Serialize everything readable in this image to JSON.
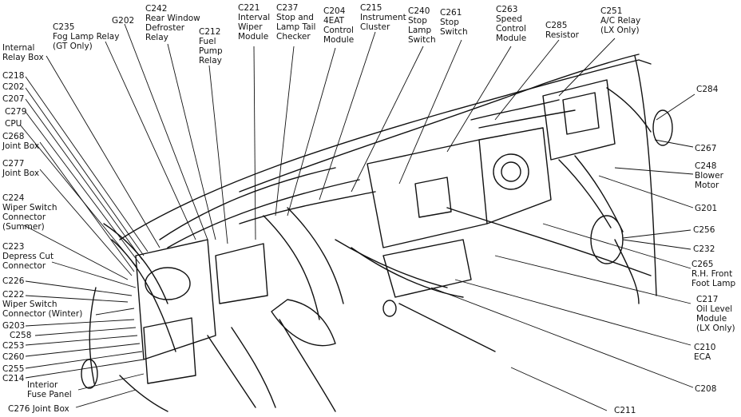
{
  "labels": {
    "c235": "C235\nFog Lamp Relay\n(GT Only)",
    "g202": "G202",
    "c242": "C242\nRear Window\nDefroster\nRelay",
    "c212": "C212\nFuel\nPump\nRelay",
    "c221": "C221\nInterval\nWiper\nModule",
    "c237": "C237\nStop and\nLamp Tail\nChecker",
    "c204": "C204\n4EAT\nControl\nModule",
    "c215": "C215\nInstrument\nCluster",
    "c240": "C240\nStop\nLamp\nSwitch",
    "c261": "C261\nStop\nSwitch",
    "c263": "C263\nSpeed\nControl\nModule",
    "c285": "C285\nResistor",
    "c251": "C251\nA/C Relay\n(LX Only)",
    "internal_relay_box": "Internal\nRelay Box",
    "c218": "C218",
    "c202": "C202",
    "c207": "C207",
    "c279": "C279",
    "cpu": "CPU",
    "c268": "C268\nJoint Box",
    "c277": "C277\nJoint Box",
    "c224": "C224\nWiper Switch\nConnector\n(Summer)",
    "c223": "C223\nDepress Cut\nConnector",
    "c226": "C226",
    "c222": "C222\nWiper Switch\nConnector (Winter)",
    "g203": "G203",
    "c258": "C258",
    "c253": "C253",
    "c260": "C260",
    "c255": "C255",
    "c214": "C214",
    "interior_fuse_panel": "Interior\nFuse Panel",
    "c276": "C276 Joint Box",
    "c284": "C284",
    "c267": "C267",
    "c248": "C248\nBlower\nMotor",
    "g201": "G201",
    "c256": "C256",
    "c232": "C232",
    "c265": "C265\nR.H. Front\nFoot Lamp",
    "c217": "C217\nOil Level\nModule\n(LX Only)",
    "c210": "C210\nECA",
    "c208": "C208",
    "c211": "C211"
  }
}
